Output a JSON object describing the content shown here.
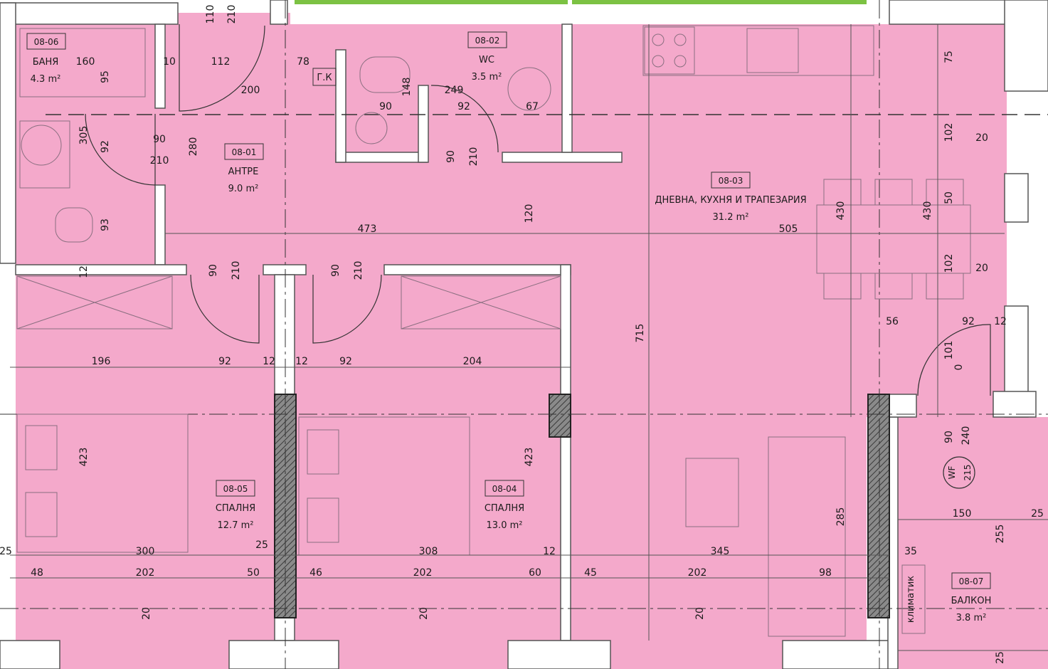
{
  "colors": {
    "room_fill": "#f4a9cb",
    "wall_fill": "#ffffff",
    "wall_stroke": "#555555",
    "column_fill": "#6a6a6a",
    "dim_line": "#555555",
    "balcony_edge": "#ff8fc0",
    "green_frame": "#7cc243"
  },
  "rooms": [
    {
      "code": "08-06",
      "name": "БАНЯ",
      "area": "4.3 m²"
    },
    {
      "code": "08-02",
      "name": "WC",
      "area": "3.5 m²"
    },
    {
      "code": "08-01",
      "name": "АНТРЕ",
      "area": "9.0 m²"
    },
    {
      "code": "08-03",
      "name": "ДНЕВНА, КУХНЯ И ТРАПЕЗАРИЯ",
      "area": "31.2 m²"
    },
    {
      "code": "08-05",
      "name": "СПАЛНЯ",
      "area": "12.7 m²"
    },
    {
      "code": "08-04",
      "name": "СПАЛНЯ",
      "area": "13.0 m²"
    },
    {
      "code": "08-07",
      "name": "БАЛКОН",
      "area": "3.8 m²"
    }
  ],
  "labels": {
    "gk": "Г.К",
    "ac": "климатик",
    "wf": "WF",
    "wf_value": "215"
  },
  "dimensions": [
    "110",
    "210",
    "160",
    "10",
    "112",
    "78",
    "95",
    "200",
    "148",
    "249",
    "90",
    "92",
    "67",
    "75",
    "305",
    "92",
    "90",
    "210",
    "280",
    "102",
    "20",
    "120",
    "473",
    "430",
    "430",
    "50",
    "505",
    "93",
    "102",
    "20",
    "12",
    "90",
    "210",
    "90",
    "210",
    "90",
    "210",
    "715",
    "56",
    "92",
    "12",
    "196",
    "92",
    "12",
    "12",
    "92",
    "204",
    "101",
    "0",
    "423",
    "423",
    "90",
    "240",
    "285",
    "150",
    "25",
    "255",
    "25",
    "300",
    "25",
    "308",
    "12",
    "345",
    "35",
    "48",
    "202",
    "50",
    "46",
    "202",
    "60",
    "45",
    "202",
    "98",
    "20",
    "20",
    "20",
    "25"
  ]
}
